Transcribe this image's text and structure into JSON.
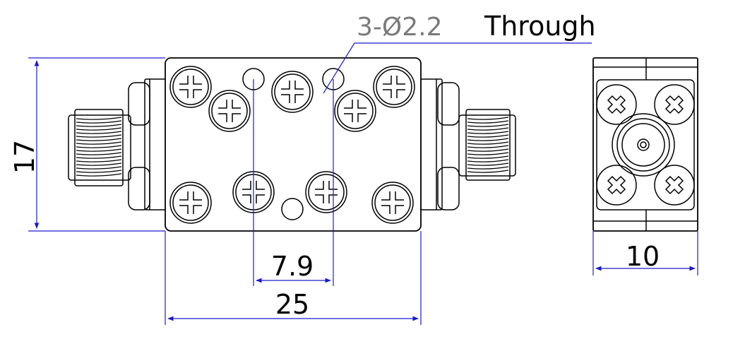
{
  "annotation": {
    "hole_spec": "3-Ø2.2",
    "hole_note": "Through"
  },
  "dimensions": {
    "height": "17",
    "total_width": "25",
    "hole_spacing": "7.9",
    "side_width": "10"
  },
  "colors": {
    "dimension_line": "#1a1ad0",
    "outline": "#000000",
    "annotation_gray": "#7a7a7a"
  }
}
